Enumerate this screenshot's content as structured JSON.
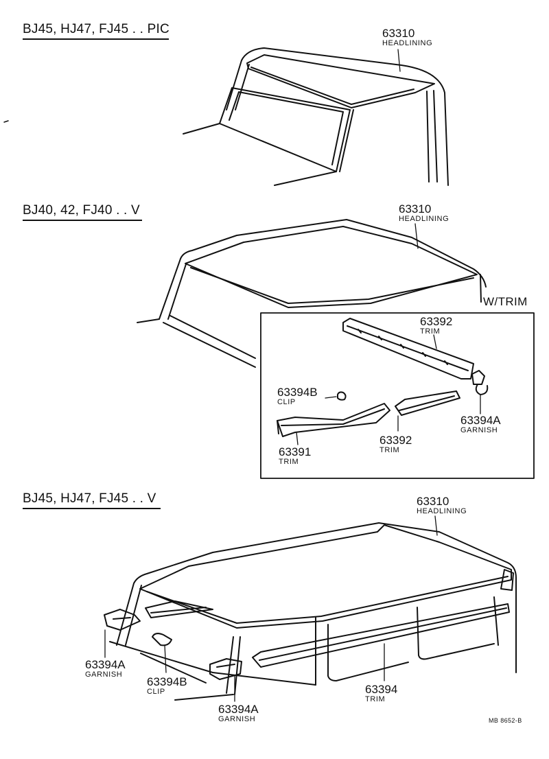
{
  "sections": [
    {
      "title": "BJ45, HJ47, FJ45 . . PIC"
    },
    {
      "title": "BJ40, 42, FJ40 . . V"
    },
    {
      "title": "BJ45, HJ47, FJ45 . . V"
    }
  ],
  "inset": {
    "title": "W/TRIM"
  },
  "parts": [
    {
      "num": "63310",
      "name": "HEADLINING"
    },
    {
      "num": "63310",
      "name": "HEADLINING"
    },
    {
      "num": "63392",
      "name": "TRIM"
    },
    {
      "num": "63394B",
      "name": "CLIP"
    },
    {
      "num": "63394A",
      "name": "GARNISH"
    },
    {
      "num": "63392",
      "name": "TRIM"
    },
    {
      "num": "63391",
      "name": "TRIM"
    },
    {
      "num": "63310",
      "name": "HEADLINING"
    },
    {
      "num": "63394A",
      "name": "GARNISH"
    },
    {
      "num": "63394B",
      "name": "CLIP"
    },
    {
      "num": "63394A",
      "name": "GARNISH"
    },
    {
      "num": "63394",
      "name": "TRIM"
    }
  ],
  "footer": {
    "code": "MB 8652-B"
  }
}
